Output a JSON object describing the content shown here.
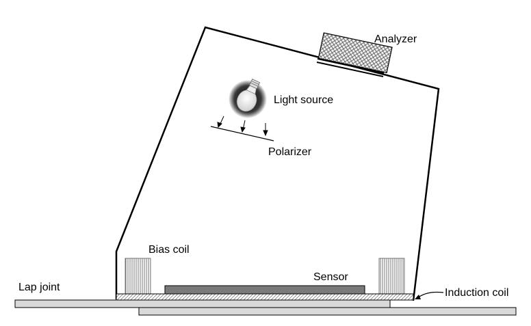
{
  "labels": {
    "analyzer": "Analyzer",
    "light_source": "Light source",
    "polarizer": "Polarizer",
    "bias_coil": "Bias coil",
    "sensor": "Sensor",
    "lap_joint": "Lap joint",
    "induction_coil": "Induction coil"
  },
  "icons": {
    "light_source": "light-bulb-icon"
  },
  "colors": {
    "line": "#000000",
    "plate_fill": "#d9d9d9",
    "sensor_fill": "#7a7a7a",
    "crosshatch": "#555555"
  }
}
